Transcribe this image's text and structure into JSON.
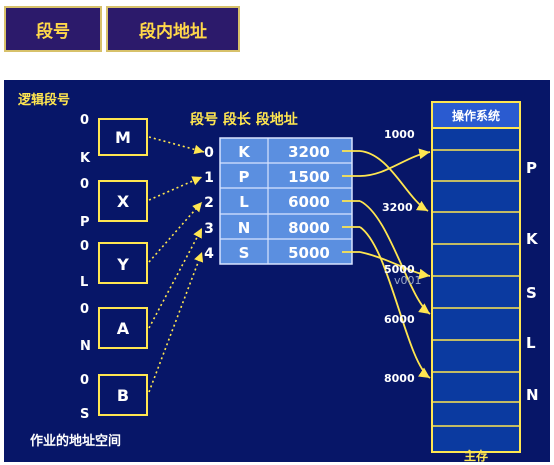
{
  "header": {
    "col1": "段号",
    "col2": "段内地址"
  },
  "left_title": "逻辑段号",
  "left_footer": "作业的地址空间",
  "segments": [
    {
      "num": "0",
      "letter": "K",
      "box": "M"
    },
    {
      "num": "0",
      "letter": "P",
      "box": "X"
    },
    {
      "num": "0",
      "letter": "L",
      "box": "Y"
    },
    {
      "num": "0",
      "letter": "N",
      "box": "A"
    },
    {
      "num": "0",
      "letter": "S",
      "box": "B"
    }
  ],
  "table": {
    "header": "段号  段长  段地址",
    "rows": [
      {
        "index": "0",
        "seg": "K",
        "addr": "3200"
      },
      {
        "index": "1",
        "seg": "P",
        "addr": "1500"
      },
      {
        "index": "2",
        "seg": "L",
        "addr": "6000"
      },
      {
        "index": "3",
        "seg": "N",
        "addr": "8000"
      },
      {
        "index": "4",
        "seg": "S",
        "addr": "5000"
      }
    ]
  },
  "memory": {
    "title": "操作系统",
    "footer": "主存",
    "addresses": [
      "1000",
      "3200",
      "5000",
      "6000",
      "8000"
    ],
    "labels": [
      "P",
      "K",
      "S",
      "L",
      "N"
    ]
  },
  "watermark": "v001",
  "colors": {
    "panel": "#071668",
    "table": "#5b8fe0",
    "memory": "#0b3aa0",
    "yellow": "#ffe650"
  }
}
